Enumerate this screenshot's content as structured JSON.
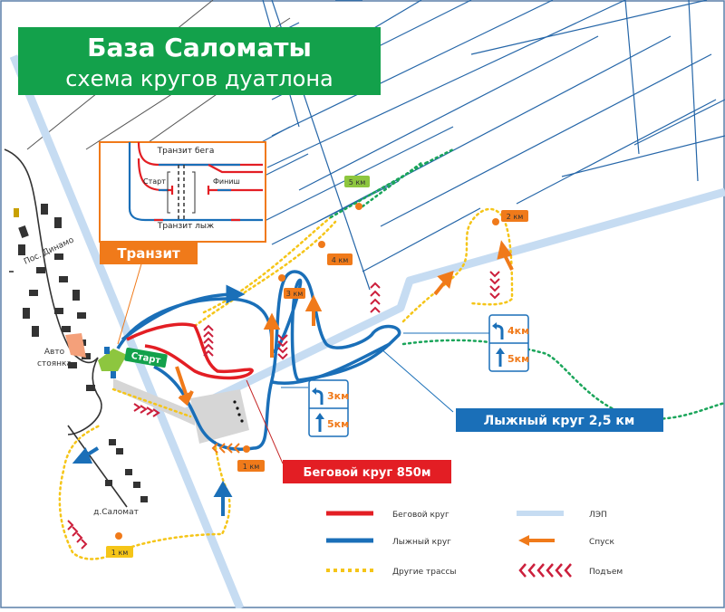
{
  "title": {
    "line1": "База  Саломаты",
    "line2": "схема  кругов  дуатлона"
  },
  "transit_inset": {
    "label": "Транзит",
    "run_transit": "Транзит бега",
    "ski_transit": "Транзит лыж",
    "start": "Старт",
    "finish": "Финиш"
  },
  "places": {
    "settlement": "Пос.  Динамо",
    "parking_line1": "Авто",
    "parking_line2": "стоянка",
    "village": "д.Саломат",
    "start_sign": "Старт"
  },
  "km_markers": {
    "km1_run": "1 км",
    "km1_other": "1 км",
    "km2": "2 км",
    "km3": "3 км",
    "km4": "4 км",
    "km5": "5 км"
  },
  "signs": {
    "sign1": {
      "turn": "3км",
      "straight": "5км"
    },
    "sign2": {
      "turn": "4км",
      "straight": "5км"
    }
  },
  "callouts": {
    "ski_loop": "Лыжный круг 2,5 км",
    "run_loop": "Беговой круг 850м"
  },
  "legend": {
    "run": "Беговой круг",
    "ski": "Лыжный круг",
    "other": "Другие трассы",
    "power_line": "ЛЭП",
    "descent": "Спуск",
    "climb": "Подъем"
  },
  "colors": {
    "green": "#13a14b",
    "ski": "#1a6fb8",
    "run": "#e31e24",
    "orange": "#f07a1a",
    "yellow": "#f5c518",
    "power": "#c6dcf2",
    "climb": "#cc1f3c",
    "dark_green_trail": "#1aa55a"
  }
}
